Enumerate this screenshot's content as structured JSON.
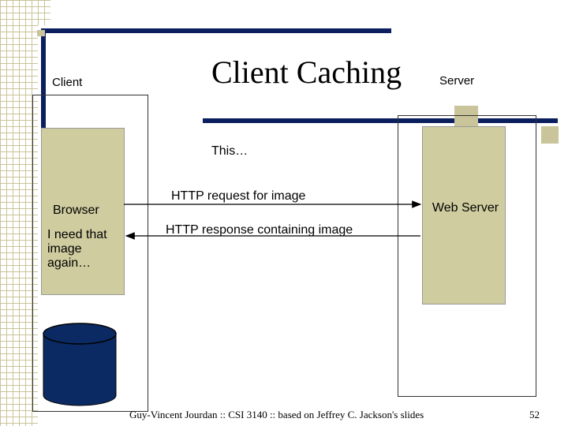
{
  "slide": {
    "title": "Client Caching",
    "client_label": "Client",
    "server_label": "Server",
    "intro": "This…",
    "browser_label": "Browser",
    "browser_note": "I need that image again…",
    "web_server_label": "Web Server",
    "request_label": "HTTP request for image",
    "response_label": "HTTP response containing image",
    "footer": "Guy-Vincent Jourdan :: CSI 3140 :: based on Jeffrey C. Jackson's slides",
    "page_number": "52"
  },
  "colors": {
    "accent_bar": "#0b1f5f",
    "box_fill": "#cfcc9f",
    "cache_fill": "#0b2a63"
  }
}
